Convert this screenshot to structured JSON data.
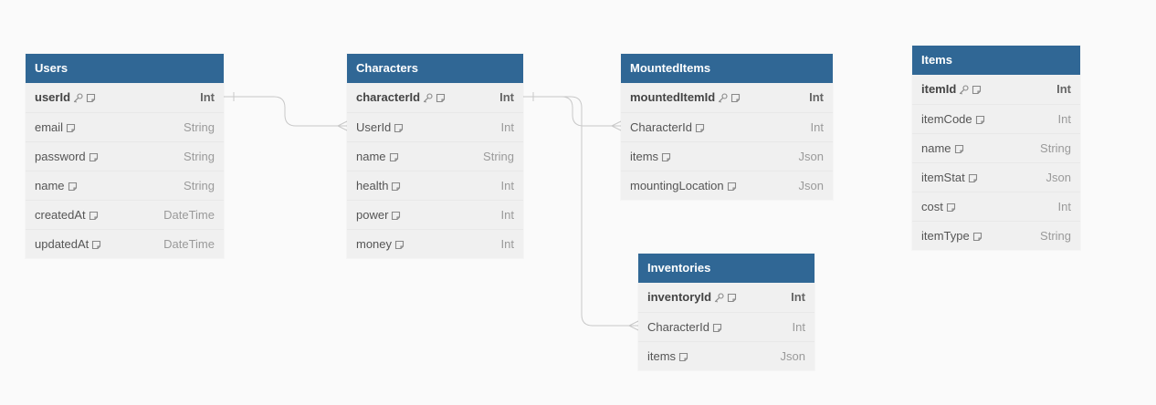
{
  "tables": [
    {
      "name": "Users",
      "fields": [
        {
          "name": "userId",
          "type": "Int",
          "pk": true
        },
        {
          "name": "email",
          "type": "String"
        },
        {
          "name": "password",
          "type": "String"
        },
        {
          "name": "name",
          "type": "String"
        },
        {
          "name": "createdAt",
          "type": "DateTime"
        },
        {
          "name": "updatedAt",
          "type": "DateTime"
        }
      ]
    },
    {
      "name": "Characters",
      "fields": [
        {
          "name": "characterId",
          "type": "Int",
          "pk": true
        },
        {
          "name": "UserId",
          "type": "Int"
        },
        {
          "name": "name",
          "type": "String"
        },
        {
          "name": "health",
          "type": "Int"
        },
        {
          "name": "power",
          "type": "Int"
        },
        {
          "name": "money",
          "type": "Int"
        }
      ]
    },
    {
      "name": "MountedItems",
      "fields": [
        {
          "name": "mountedItemId",
          "type": "Int",
          "pk": true
        },
        {
          "name": "CharacterId",
          "type": "Int"
        },
        {
          "name": "items",
          "type": "Json"
        },
        {
          "name": "mountingLocation",
          "type": "Json"
        }
      ]
    },
    {
      "name": "Inventories",
      "fields": [
        {
          "name": "inventoryId",
          "type": "Int",
          "pk": true
        },
        {
          "name": "CharacterId",
          "type": "Int"
        },
        {
          "name": "items",
          "type": "Json"
        }
      ]
    },
    {
      "name": "Items",
      "fields": [
        {
          "name": "itemId",
          "type": "Int",
          "pk": true
        },
        {
          "name": "itemCode",
          "type": "Int"
        },
        {
          "name": "name",
          "type": "String"
        },
        {
          "name": "itemStat",
          "type": "Json"
        },
        {
          "name": "cost",
          "type": "Int"
        },
        {
          "name": "itemType",
          "type": "String"
        }
      ]
    }
  ],
  "relations": [
    {
      "from": "Users.userId",
      "to": "Characters.UserId",
      "cardinality": "one-to-many"
    },
    {
      "from": "Characters.characterId",
      "to": "MountedItems.CharacterId",
      "cardinality": "one-to-many"
    },
    {
      "from": "Characters.characterId",
      "to": "Inventories.CharacterId",
      "cardinality": "one-to-many"
    }
  ],
  "colors": {
    "header_bg": "#306795",
    "header_text": "#ffffff",
    "body_bg": "#f0f0f0",
    "canvas_bg": "#fafafa",
    "connector": "#c8c8c8"
  },
  "icons": {
    "pk": "key-icon",
    "note": "note-icon"
  }
}
